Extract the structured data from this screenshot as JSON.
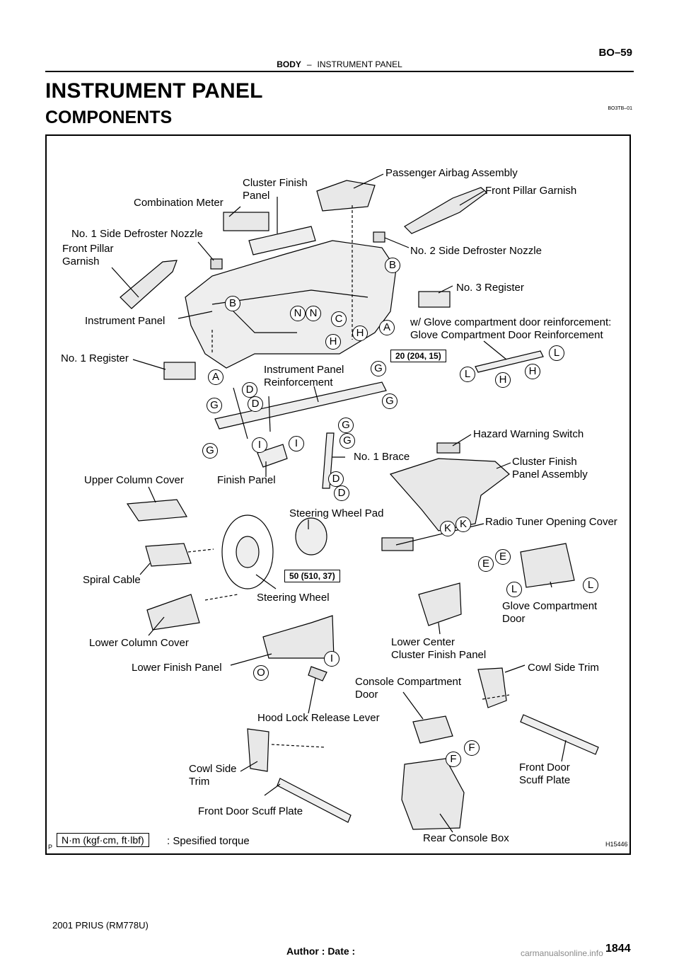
{
  "header": {
    "section": "BODY",
    "separator": "–",
    "subsection": "INSTRUMENT PANEL",
    "page_code": "BO–59"
  },
  "title": "INSTRUMENT PANEL",
  "subtitle": "COMPONENTS",
  "doc_id": "BO3TB–01",
  "labels": {
    "cluster_finish_panel": "Cluster Finish\nPanel",
    "passenger_airbag": "Passenger Airbag Assembly",
    "front_pillar_garnish_r": "Front Pillar Garnish",
    "combination_meter": "Combination Meter",
    "no1_side_defroster": "No. 1 Side Defroster Nozzle",
    "front_pillar_garnish_l": "Front Pillar\nGarnish",
    "no2_side_defroster": "No. 2 Side Defroster Nozzle",
    "no3_register": "No. 3 Register",
    "instrument_panel": "Instrument Panel",
    "glove_reinf": "w/ Glove compartment door reinforcement:\nGlove Compartment Door Reinforcement",
    "no1_register": "No. 1 Register",
    "ip_reinforcement": "Instrument Panel\nReinforcement",
    "hazard_switch": "Hazard Warning Switch",
    "no1_brace": "No. 1 Brace",
    "cluster_finish_assy": "Cluster Finish\nPanel Assembly",
    "upper_column_cover": "Upper Column Cover",
    "finish_panel": "Finish Panel",
    "steering_wheel_pad": "Steering Wheel Pad",
    "radio_tuner_cover": "Radio Tuner Opening Cover",
    "spiral_cable": "Spiral Cable",
    "steering_wheel": "Steering Wheel",
    "glove_door": "Glove Compartment\nDoor",
    "lower_column_cover": "Lower Column Cover",
    "lower_center_cluster": "Lower Center\nCluster Finish Panel",
    "lower_finish_panel": "Lower Finish Panel",
    "cowl_side_trim_r": "Cowl Side Trim",
    "console_door": "Console Compartment\nDoor",
    "hood_lock_lever": "Hood Lock Release Lever",
    "cowl_side_trim_l": "Cowl Side\nTrim",
    "front_door_scuff_r": "Front Door\nScuff Plate",
    "front_door_scuff_l": "Front Door Scuff Plate",
    "rear_console_box": "Rear Console Box"
  },
  "torques": {
    "t1": "20 (204, 15)",
    "t2": "50 (510, 37)"
  },
  "letters": {
    "B1": "B",
    "B2": "B",
    "N1": "N",
    "N2": "N",
    "C": "C",
    "H1": "H",
    "A1": "A",
    "H2": "H",
    "A2": "A",
    "G1": "G",
    "D1": "D",
    "D2": "D",
    "G2": "G",
    "G3": "G",
    "G4": "G",
    "G5": "G",
    "I1": "I",
    "I2": "I",
    "G6": "G",
    "D3": "D",
    "D4": "D",
    "L1": "L",
    "L2": "L",
    "H3": "H",
    "H4": "H",
    "K1": "K",
    "K2": "K",
    "E1": "E",
    "E2": "E",
    "L3": "L",
    "L4": "L",
    "I3": "I",
    "O": "O",
    "F1": "F",
    "F2": "F"
  },
  "legend": {
    "unit": "N·m (kgf·cm, ft·lbf)",
    "text": ": Spesified torque"
  },
  "figure_id": "H15446",
  "p_mark": "P",
  "footer": {
    "model": "2001 PRIUS   (RM778U)",
    "author_date": "Author :                    Date :",
    "page_number": "1844",
    "watermark": "carmanualsonline.info"
  }
}
